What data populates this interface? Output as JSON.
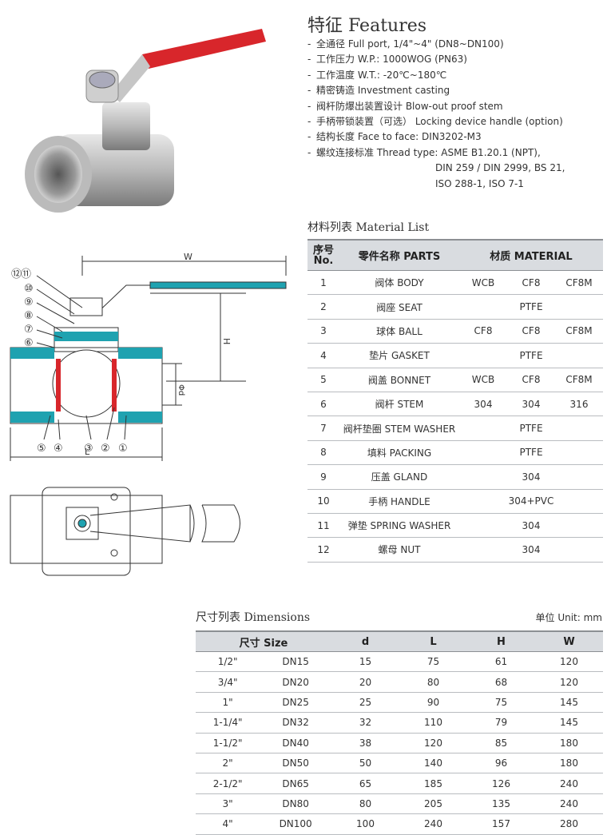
{
  "features": {
    "title": "特征 Features",
    "items": [
      "全通径 Full port, 1/4\"~4\" (DN8~DN100)",
      "工作压力 W.P.: 1000WOG (PN63)",
      "工作温度 W.T.: -20℃~180℃",
      "精密铸造 Investment casting",
      "阀杆防爆出装置设计 Blow-out proof stem",
      "手柄带锁装置（可选） Locking device handle (option)",
      "结构长度 Face to face: DIN3202-M3",
      "螺纹连接标准 Thread type: ASME B1.20.1 (NPT),"
    ],
    "thread_continued": [
      "DIN 259 / DIN 2999, BS 21,",
      "ISO 288-1, ISO 7-1"
    ]
  },
  "drawing": {
    "w_label": "W",
    "h_label": "H",
    "d_label": "Φd",
    "l_label": "L",
    "callouts_left": [
      "⑫",
      "⑪",
      "⑩",
      "⑨",
      "⑧",
      "⑦",
      "⑥"
    ],
    "callouts_bottom": [
      "⑤",
      "④",
      "③",
      "②",
      "①"
    ]
  },
  "material": {
    "title": "材料列表 Material List",
    "headers": {
      "no": "序号\nNo.",
      "parts": "零件名称 PARTS",
      "material": "材质 MATERIAL"
    },
    "rows": [
      {
        "no": "1",
        "part": "阀体 BODY",
        "m1": "WCB",
        "m2": "CF8",
        "m3": "CF8M"
      },
      {
        "no": "2",
        "part": "阀座 SEAT",
        "m1": "",
        "m2": "PTFE",
        "m3": ""
      },
      {
        "no": "3",
        "part": "球体 BALL",
        "m1": "CF8",
        "m2": "CF8",
        "m3": "CF8M"
      },
      {
        "no": "4",
        "part": "垫片 GASKET",
        "m1": "",
        "m2": "PTFE",
        "m3": ""
      },
      {
        "no": "5",
        "part": "阀盖 BONNET",
        "m1": "WCB",
        "m2": "CF8",
        "m3": "CF8M"
      },
      {
        "no": "6",
        "part": "阀杆 STEM",
        "m1": "304",
        "m2": "304",
        "m3": "316"
      },
      {
        "no": "7",
        "part": "阀杆垫圈 STEM WASHER",
        "m1": "",
        "m2": "PTFE",
        "m3": ""
      },
      {
        "no": "8",
        "part": "填料 PACKING",
        "m1": "",
        "m2": "PTFE",
        "m3": ""
      },
      {
        "no": "9",
        "part": "压盖 GLAND",
        "m1": "",
        "m2": "304",
        "m3": ""
      },
      {
        "no": "10",
        "part": "手柄 HANDLE",
        "m1": "",
        "m2": "304+PVC",
        "m3": ""
      },
      {
        "no": "11",
        "part": "弹垫 SPRING WASHER",
        "m1": "",
        "m2": "304",
        "m3": ""
      },
      {
        "no": "12",
        "part": "螺母 NUT",
        "m1": "",
        "m2": "304",
        "m3": ""
      }
    ]
  },
  "dimensions": {
    "title": "尺寸列表 Dimensions",
    "unit": "单位 Unit: mm",
    "headers": {
      "size": "尺寸 Size",
      "d": "d",
      "L": "L",
      "H": "H",
      "W": "W"
    },
    "rows": [
      {
        "inch": "1/2\"",
        "dn": "DN15",
        "d": "15",
        "L": "75",
        "H": "61",
        "W": "120"
      },
      {
        "inch": "3/4\"",
        "dn": "DN20",
        "d": "20",
        "L": "80",
        "H": "68",
        "W": "120"
      },
      {
        "inch": "1\"",
        "dn": "DN25",
        "d": "25",
        "L": "90",
        "H": "75",
        "W": "145"
      },
      {
        "inch": "1-1/4\"",
        "dn": "DN32",
        "d": "32",
        "L": "110",
        "H": "79",
        "W": "145"
      },
      {
        "inch": "1-1/2\"",
        "dn": "DN40",
        "d": "38",
        "L": "120",
        "H": "85",
        "W": "180"
      },
      {
        "inch": "2\"",
        "dn": "DN50",
        "d": "50",
        "L": "140",
        "H": "96",
        "W": "180"
      },
      {
        "inch": "2-1/2\"",
        "dn": "DN65",
        "d": "65",
        "L": "185",
        "H": "126",
        "W": "240"
      },
      {
        "inch": "3\"",
        "dn": "DN80",
        "d": "80",
        "L": "205",
        "H": "135",
        "W": "240"
      },
      {
        "inch": "4\"",
        "dn": "DN100",
        "d": "100",
        "L": "240",
        "H": "157",
        "W": "280"
      }
    ]
  },
  "colors": {
    "accent_teal": "#1fa2b0",
    "handle_red": "#d8262b",
    "header_gray": "#d9dce0"
  }
}
